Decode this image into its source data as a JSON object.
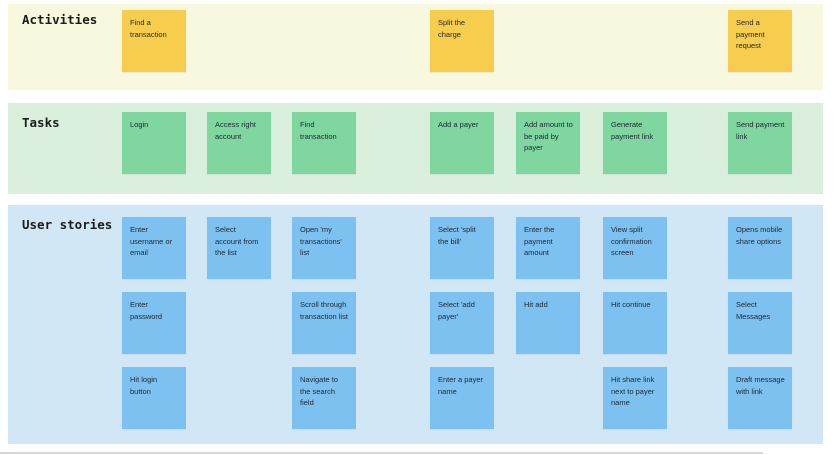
{
  "colors": {
    "activities_band_bg": "#F8F8DF",
    "activities_sticky": "#F7CD4D",
    "tasks_band_bg": "#DBF0DC",
    "tasks_sticky": "#7FD69F",
    "stories_band_bg": "#D2E7F5",
    "stories_sticky": "#7DC1F0",
    "sticky_text": "#1E2633",
    "lane_label_text": "#1C1C1C"
  },
  "lanes": {
    "activities": {
      "label": "Activities",
      "cards": [
        {
          "text": "Find a transaction"
        },
        {
          "text": "Split the charge"
        },
        {
          "text": "Send a payment request"
        }
      ]
    },
    "tasks": {
      "label": "Tasks",
      "cards": [
        {
          "text": "Login"
        },
        {
          "text": "Access right account"
        },
        {
          "text": "Find transaction"
        },
        {
          "text": "Add a payer"
        },
        {
          "text": "Add amount to be paid by payer"
        },
        {
          "text": "Generate payment link"
        },
        {
          "text": "Send payment link"
        }
      ]
    },
    "user_stories": {
      "label": "User stories",
      "cards": [
        {
          "text": "Enter username or email"
        },
        {
          "text": "Select account from the list"
        },
        {
          "text": "Open 'my transactions' list"
        },
        {
          "text": "Select 'split the bill'"
        },
        {
          "text": "Enter the payment amount"
        },
        {
          "text": "View split confirmation screen"
        },
        {
          "text": "Opens mobile share options"
        },
        {
          "text": "Enter password"
        },
        {
          "text": "Scroll through transaction list"
        },
        {
          "text": "Select 'add payer'"
        },
        {
          "text": "Hit add"
        },
        {
          "text": "Hit continue"
        },
        {
          "text": "Select Messages"
        },
        {
          "text": "Hit login button"
        },
        {
          "text": "Navigate to the search field"
        },
        {
          "text": "Enter a payer name"
        },
        {
          "text": "Hit share link next to payer name"
        },
        {
          "text": "Draft message with link"
        }
      ]
    }
  }
}
